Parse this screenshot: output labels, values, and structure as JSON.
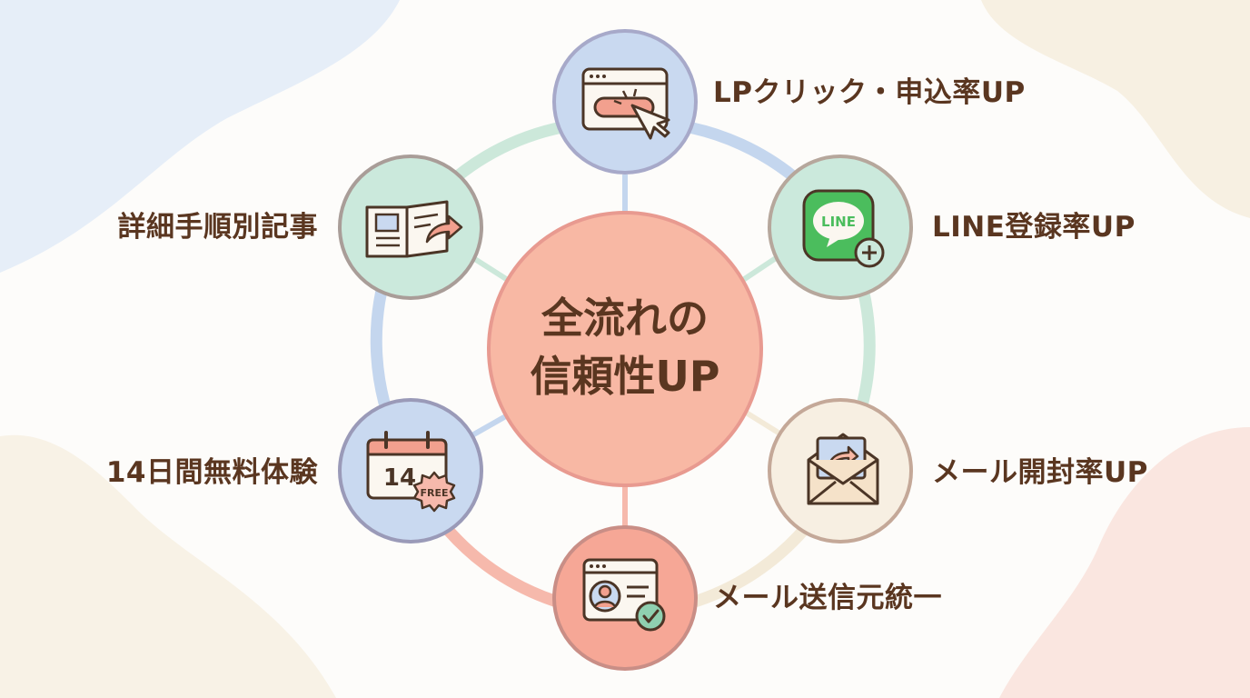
{
  "center": {
    "line1": "全流れの",
    "line2": "信頼性UP"
  },
  "nodes": [
    {
      "id": "lp",
      "label": "LPクリック・申込率UP",
      "icon": "click-button-icon",
      "fill": "#c9d9f0",
      "ring": "#a7a9c9"
    },
    {
      "id": "line",
      "label": "LINE登録率UP",
      "icon": "line-chat-icon",
      "icon_text": "LINE",
      "fill": "#cbe9dc",
      "ring": "#b6a79c"
    },
    {
      "id": "mail-open",
      "label": "メール開封率UP",
      "icon": "open-envelope-icon",
      "fill": "#f7efe2",
      "ring": "#c4a898"
    },
    {
      "id": "mail-sender",
      "label": "メール送信元統一",
      "icon": "verified-profile-icon",
      "fill": "#f6a796",
      "ring": "#c98e86"
    },
    {
      "id": "trial",
      "label": "14日間無料体験",
      "icon": "calendar-free-icon",
      "icon_text": "14",
      "badge_text": "FREE",
      "fill": "#c9d9f0",
      "ring": "#9a9ab8"
    },
    {
      "id": "article",
      "label": "詳細手順別記事",
      "icon": "open-book-icon",
      "fill": "#cbe9dc",
      "ring": "#a99d98"
    }
  ],
  "colors": {
    "text": "#5a3620",
    "center_fill": "#f8b8a4",
    "center_ring": "#e89a90",
    "ring_blue": "#c4d6ee",
    "ring_green": "#cce8da",
    "ring_cream": "#f3ead8",
    "ring_pink": "#f6b9ac"
  }
}
